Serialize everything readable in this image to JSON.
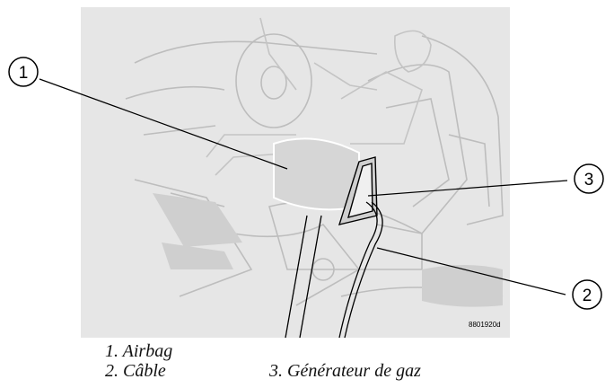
{
  "callouts": [
    {
      "number": "1",
      "label": "Airbag"
    },
    {
      "number": "2",
      "label": "Câble"
    },
    {
      "number": "3",
      "label": "Générateur de gaz"
    }
  ],
  "captions": {
    "line1": "1. Airbag",
    "line2_left": "2. Câble",
    "line2_right": "3. Générateur de gaz"
  },
  "reference_code": "8801920d",
  "colors": {
    "background_panel": "#e6e6e6",
    "line_art": "#bfbfbf",
    "dark_shape": "#cfcfcf",
    "ink": "#000000"
  }
}
